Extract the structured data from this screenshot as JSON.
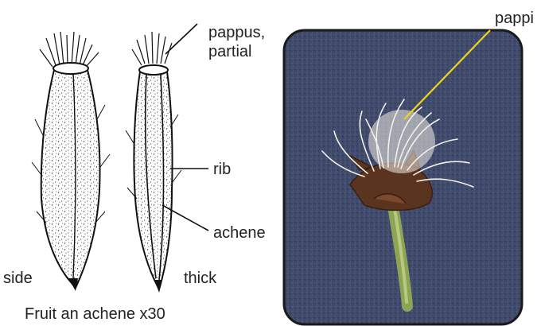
{
  "labels": {
    "pappus": "pappus,",
    "partial": "partial",
    "rib": "rib",
    "achene": "achene",
    "side": "side",
    "thick": "thick",
    "caption": "Fruit an achene x30",
    "pappi": "pappi"
  },
  "colors": {
    "photo_background": "#3f4a6b",
    "photo_border": "#1a1a1a",
    "pointer_line": "#f2d31b",
    "stem": "#9cb060",
    "bracts": "#5b3420",
    "pappus_fibers": "#f4f1ea"
  }
}
